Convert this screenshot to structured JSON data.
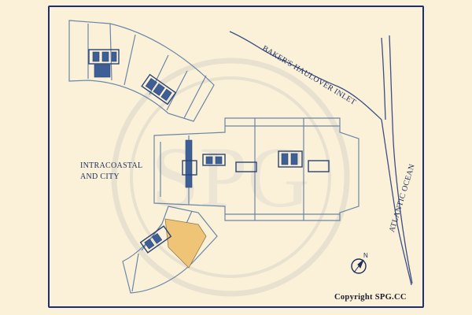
{
  "labels": {
    "intracoastal_line1": "INTRACOASTAL",
    "intracoastal_line2": "AND CITY",
    "inlet": "BAKER'S HAULOVER INLET",
    "ocean": "ATLANTIC OCEAN",
    "copyright": "Copyright SPG.CC",
    "compass_north": "N",
    "watermark": "SPG"
  },
  "colors": {
    "background": "#fbf1d8",
    "line": "#6a86a8",
    "core": "#3e5f95",
    "highlight": "#f0c477",
    "frame": "#1c2f72"
  },
  "highlighted_unit": "southwest wing, outer end unit"
}
